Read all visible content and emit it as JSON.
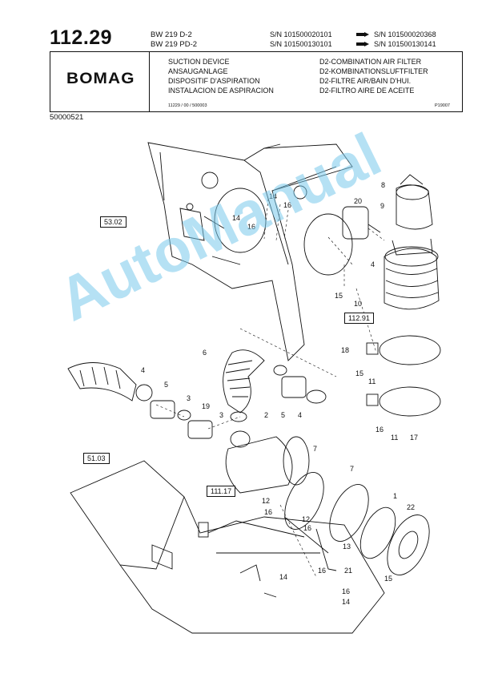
{
  "header": {
    "page_number": "112.29",
    "model_1": "BW 219 D-2",
    "model_2": "BW 219 PD-2",
    "sn_1_from": "S/N 101500020101",
    "sn_1_to": "S/N 101500020368",
    "sn_2_from": "S/N 101500130101",
    "sn_2_to": "S/N 101500130141"
  },
  "title_block": {
    "brand": "BOMAG",
    "titles_left": [
      "SUCTION DEVICE",
      "ANSAUGANLAGE",
      "DISPOSITIF D'ASPIRATION",
      "INSTALACION DE ASPIRACION"
    ],
    "titles_right": [
      "D2-COMBINATION AIR FILTER",
      "D2-KOMBINATIONSLUFTFILTER",
      "D2-FILTRE AIR/BAIN D'HUI.",
      "D2-FILTRO AIRE DE ACEITE"
    ],
    "ref_code": "11229 / 00 / 500003",
    "plate_code": "P19007"
  },
  "doc_number": "50000521",
  "reference_boxes": [
    "53.02",
    "112.91",
    "51.03",
    "111.17"
  ],
  "callouts": [
    "8",
    "9",
    "20",
    "14",
    "16",
    "14",
    "16",
    "4",
    "15",
    "10",
    "18",
    "15",
    "11",
    "16",
    "11",
    "17",
    "6",
    "4",
    "5",
    "3",
    "19",
    "3",
    "2",
    "5",
    "4",
    "7",
    "7",
    "12",
    "16",
    "12",
    "16",
    "1",
    "22",
    "13",
    "15",
    "14",
    "16",
    "21",
    "16",
    "14"
  ],
  "watermark": "AutoManual",
  "colors": {
    "ink": "#111111",
    "watermark": "#78c8eb"
  }
}
